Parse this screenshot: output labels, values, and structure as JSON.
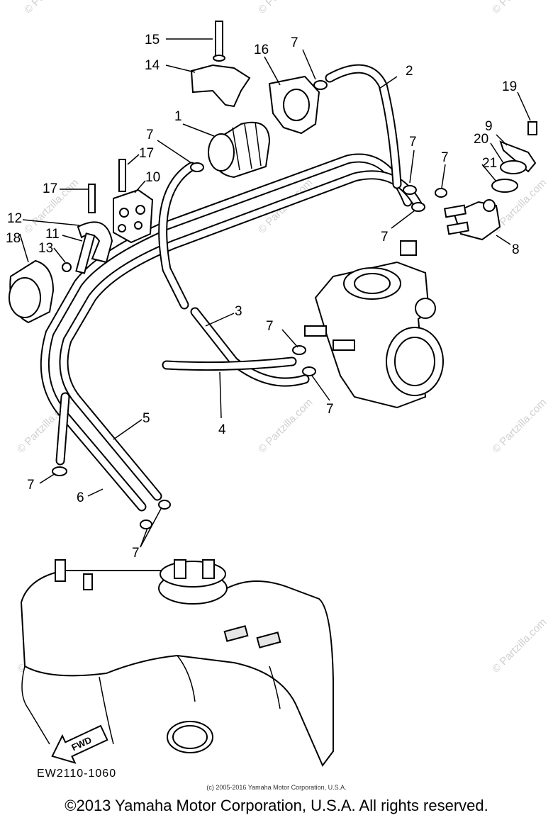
{
  "diagram": {
    "drawing_code": "EW2110-1060",
    "direction_label": "FWD",
    "watermark_text": "© Partzilla.com",
    "callouts": {
      "c1": "1",
      "c2": "2",
      "c3": "3",
      "c4": "4",
      "c5": "5",
      "c6": "6",
      "c7a": "7",
      "c7b": "7",
      "c7c": "7",
      "c7d": "7",
      "c7e": "7",
      "c7f": "7",
      "c7g": "7",
      "c7h": "7",
      "c7i": "7",
      "c8": "8",
      "c9": "9",
      "c10": "10",
      "c11": "11",
      "c12": "12",
      "c13": "13",
      "c14": "14",
      "c15": "15",
      "c16": "16",
      "c17a": "17",
      "c17b": "17",
      "c18": "18",
      "c19": "19",
      "c20": "20",
      "c21": "21"
    }
  },
  "footer": {
    "small_copyright": "(c) 2005-2016 Yamaha Motor Corporation, U.S.A.",
    "main_copyright": "©2013 Yamaha Motor Corporation, U.S.A. All rights reserved."
  },
  "colors": {
    "ink": "#000000",
    "watermark": "#d0d0d0",
    "paper": "#ffffff"
  }
}
